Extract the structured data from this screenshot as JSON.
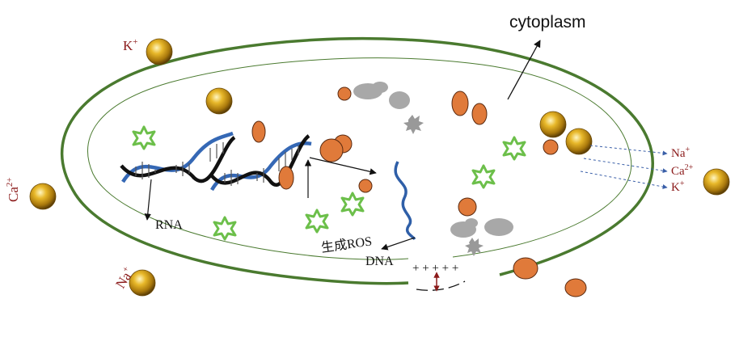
{
  "title": "cytoplasm",
  "labels": {
    "rna": "RNA",
    "dna": "DNA",
    "ros": "生成ROS",
    "charges_top": "+ +  + + +"
  },
  "ions_outside_left": [
    {
      "symbol": "K",
      "charge": "+"
    },
    {
      "symbol": "Ca",
      "charge": "2+"
    },
    {
      "symbol": "Na",
      "charge": "+"
    }
  ],
  "ions_efflux_right": [
    {
      "symbol": "Na",
      "charge": "+"
    },
    {
      "symbol": "Ca",
      "charge": "2+"
    },
    {
      "symbol": "K",
      "charge": "+"
    }
  ],
  "colors": {
    "membrane": "#4a7a2f",
    "particle": "#e07a3a",
    "ros": "#6cbf4a",
    "dna_blue": "#2f5fa8",
    "ion_label": "#8b1a1a",
    "gold": "#d4a017"
  },
  "icons": [
    "gold-nanoparticle-icon",
    "ros-star-icon",
    "orange-particle-icon",
    "gray-debris-icon",
    "dna-helix-icon"
  ]
}
